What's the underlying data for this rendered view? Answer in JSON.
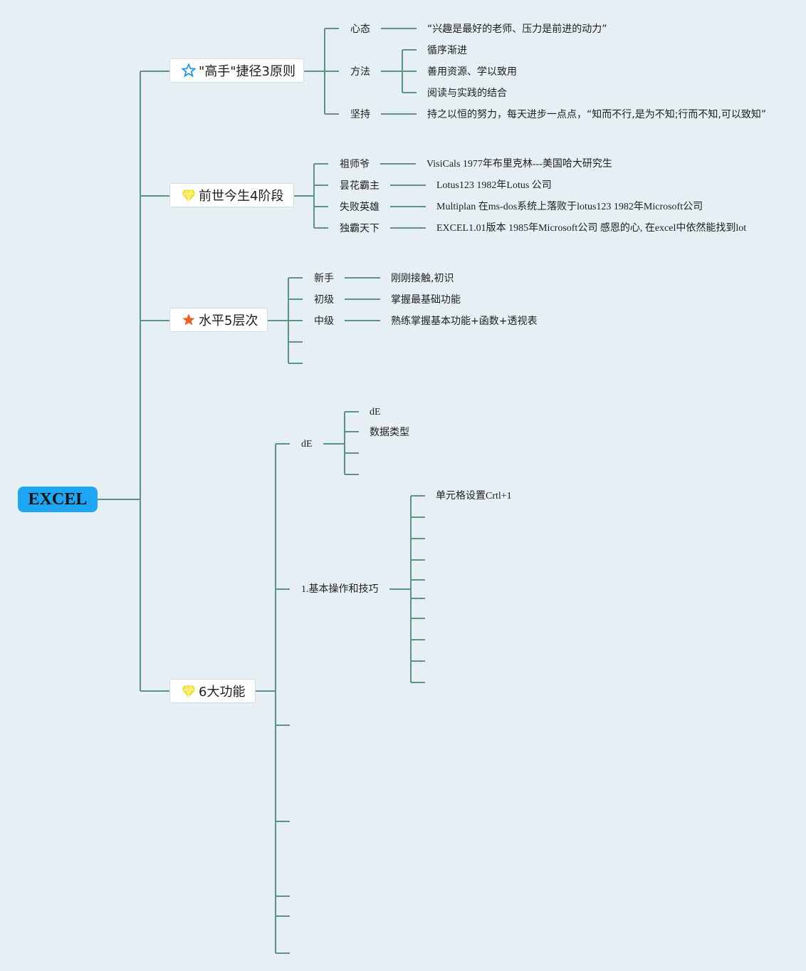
{
  "root": "EXCEL",
  "branches": [
    {
      "title": "\"高手\"捷径3原则",
      "icon": "star-outline-icon",
      "children": [
        {
          "label": "心态",
          "detail": "“兴趣是最好的老师、压力是前进的动力”"
        },
        {
          "label": "方法",
          "items": [
            "循序渐进",
            "善用资源、学以致用",
            "阅读与实践的结合"
          ]
        },
        {
          "label": "坚持",
          "detail": "持之以恒的努力，每天进步一点点，“知而不行,是为不知;行而不知,可以致知”"
        }
      ]
    },
    {
      "title": "前世今生4阶段",
      "icon": "diamond-icon",
      "children": [
        {
          "label": "祖师爷",
          "detail": "VisiCals 1977年布里克林---美国哈大研究生"
        },
        {
          "label": "昙花霸主",
          "detail": "Lotus123 1982年Lotus 公司"
        },
        {
          "label": "失败英雄",
          "detail": "Multiplan 在ms-dos系统上落败于lotus123 1982年Microsoft公司"
        },
        {
          "label": "独霸天下",
          "detail": "EXCEL1.01版本 1985年Microsoft公司 感恩的心, 在excel中依然能找到lot"
        }
      ]
    },
    {
      "title": "水平5层次",
      "icon": "star-filled-icon",
      "children": [
        {
          "label": "新手",
          "detail": "刚刚接触,初识"
        },
        {
          "label": "初级",
          "detail": "掌握最基础功能"
        },
        {
          "label": "中级",
          "detail": "熟练掌握基本功能+函数+透视表"
        }
      ]
    },
    {
      "title": "6大功能",
      "icon": "diamond-icon",
      "children": [
        {
          "label": "dE",
          "items": [
            "dE",
            "数据类型"
          ]
        },
        {
          "label": "1.基本操作和技巧",
          "items": [
            "单元格设置Crtl+1"
          ]
        }
      ]
    }
  ],
  "colors": {
    "line": "#5b9484",
    "root": "#1ea5f3",
    "background": "#e6eff3"
  }
}
